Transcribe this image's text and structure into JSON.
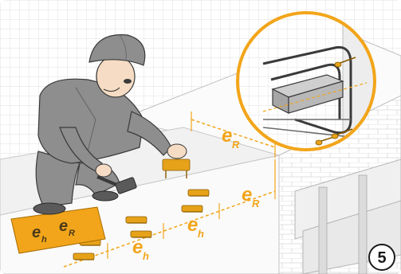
{
  "colors": {
    "accent": "#f2a51a",
    "grid": "#e2e2e2",
    "outline": "#3a3a3a",
    "concrete": "#f4f4f4",
    "worker_gray": "#8e8e8e",
    "worker_dark": "#5a5a5a",
    "skin": "#f6dcc4",
    "connector_gold": "#e6a31a"
  },
  "icons": {
    "worker": "worker-figure",
    "hammer": "hammer-icon",
    "connector": "connector-anchor-icon",
    "nail": "nail-icon",
    "template": "spacing-template-sheet"
  },
  "labels": {
    "e_main": "e",
    "sub_R": "R",
    "sub_h": "h"
  },
  "sheet": {
    "e1": "e",
    "s1": "h",
    "e2": "e",
    "s2": "R"
  },
  "step_number": "5"
}
